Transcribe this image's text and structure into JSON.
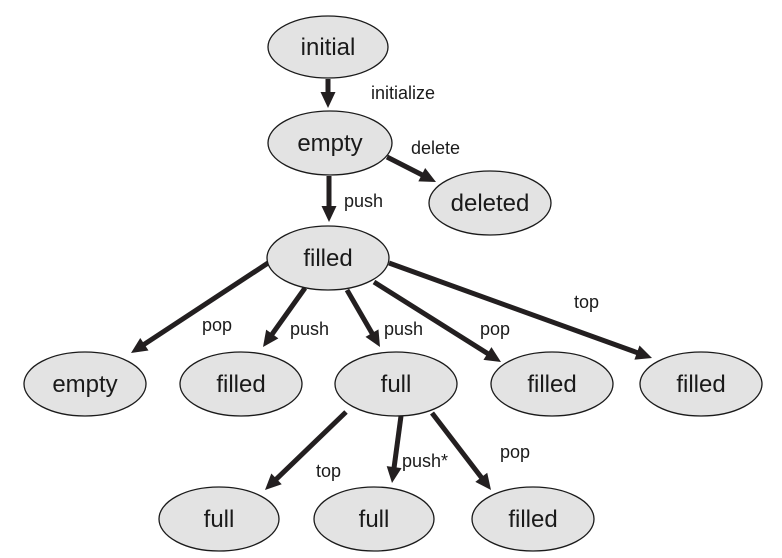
{
  "nodes": [
    {
      "id": "initial",
      "label": "initial"
    },
    {
      "id": "empty",
      "label": "empty"
    },
    {
      "id": "deleted",
      "label": "deleted"
    },
    {
      "id": "filled",
      "label": "filled"
    },
    {
      "id": "empty2",
      "label": "empty"
    },
    {
      "id": "filled2",
      "label": "filled"
    },
    {
      "id": "full",
      "label": "full"
    },
    {
      "id": "filled3",
      "label": "filled"
    },
    {
      "id": "filled4",
      "label": "filled"
    },
    {
      "id": "full2",
      "label": "full"
    },
    {
      "id": "full3",
      "label": "full"
    },
    {
      "id": "filled5",
      "label": "filled"
    }
  ],
  "edges": [
    {
      "id": "e-initialize",
      "from": "initial",
      "to": "empty",
      "label": "initialize"
    },
    {
      "id": "e-delete",
      "from": "empty",
      "to": "deleted",
      "label": "delete"
    },
    {
      "id": "e-push-1",
      "from": "empty",
      "to": "filled",
      "label": "push"
    },
    {
      "id": "e-pop-1",
      "from": "filled",
      "to": "empty2",
      "label": "pop"
    },
    {
      "id": "e-push-2",
      "from": "filled",
      "to": "filled2",
      "label": "push"
    },
    {
      "id": "e-push-3",
      "from": "filled",
      "to": "full",
      "label": "push"
    },
    {
      "id": "e-pop-2",
      "from": "filled",
      "to": "filled3",
      "label": "pop"
    },
    {
      "id": "e-top-1",
      "from": "filled",
      "to": "filled4",
      "label": "top"
    },
    {
      "id": "e-top-2",
      "from": "full",
      "to": "full2",
      "label": "top"
    },
    {
      "id": "e-push-star",
      "from": "full",
      "to": "full3",
      "label": "push*"
    },
    {
      "id": "e-pop-3",
      "from": "full",
      "to": "filled5",
      "label": "pop"
    }
  ]
}
